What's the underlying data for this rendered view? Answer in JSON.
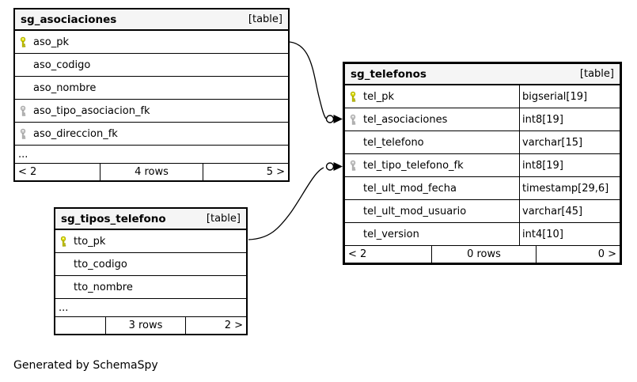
{
  "diagram": {
    "generator_note": "Generated by SchemaSpy",
    "colors": {
      "primary_key": "#e0e000",
      "foreign_key": "#c9c9c9",
      "header_bg": "#f5f5f5",
      "border": "#000000",
      "background": "#ffffff"
    },
    "tables": [
      {
        "name": "sg_asociaciones",
        "badge": "[table]",
        "columns": [
          {
            "name": "aso_pk",
            "key": "primary-key"
          },
          {
            "name": "aso_codigo",
            "key": ""
          },
          {
            "name": "aso_nombre",
            "key": ""
          },
          {
            "name": "aso_tipo_asociacion_fk",
            "key": "foreign-key"
          },
          {
            "name": "aso_direccion_fk",
            "key": "foreign-key"
          }
        ],
        "ellipsis": "...",
        "footer": {
          "left": "< 2",
          "center": "4 rows",
          "right": "5 >"
        }
      },
      {
        "name": "sg_telefonos",
        "badge": "[table]",
        "columns": [
          {
            "name": "tel_pk",
            "type": "bigserial[19]",
            "key": "primary-key"
          },
          {
            "name": "tel_asociaciones",
            "type": "int8[19]",
            "key": "foreign-key"
          },
          {
            "name": "tel_telefono",
            "type": "varchar[15]",
            "key": ""
          },
          {
            "name": "tel_tipo_telefono_fk",
            "type": "int8[19]",
            "key": "foreign-key"
          },
          {
            "name": "tel_ult_mod_fecha",
            "type": "timestamp[29,6]",
            "key": ""
          },
          {
            "name": "tel_ult_mod_usuario",
            "type": "varchar[45]",
            "key": ""
          },
          {
            "name": "tel_version",
            "type": "int4[10]",
            "key": ""
          }
        ],
        "footer": {
          "left": "< 2",
          "center": "0 rows",
          "right": "0 >"
        }
      },
      {
        "name": "sg_tipos_telefono",
        "badge": "[table]",
        "columns": [
          {
            "name": "tto_pk",
            "key": "primary-key"
          },
          {
            "name": "tto_codigo",
            "key": ""
          },
          {
            "name": "tto_nombre",
            "key": ""
          }
        ],
        "ellipsis": "...",
        "footer": {
          "left": "",
          "center": "3 rows",
          "right": "2 >"
        }
      }
    ],
    "relationships": [
      {
        "from": "sg_asociaciones.aso_pk",
        "to": "sg_telefonos.tel_asociaciones"
      },
      {
        "from": "sg_tipos_telefono.tto_pk",
        "to": "sg_telefonos.tel_tipo_telefono_fk"
      }
    ]
  }
}
